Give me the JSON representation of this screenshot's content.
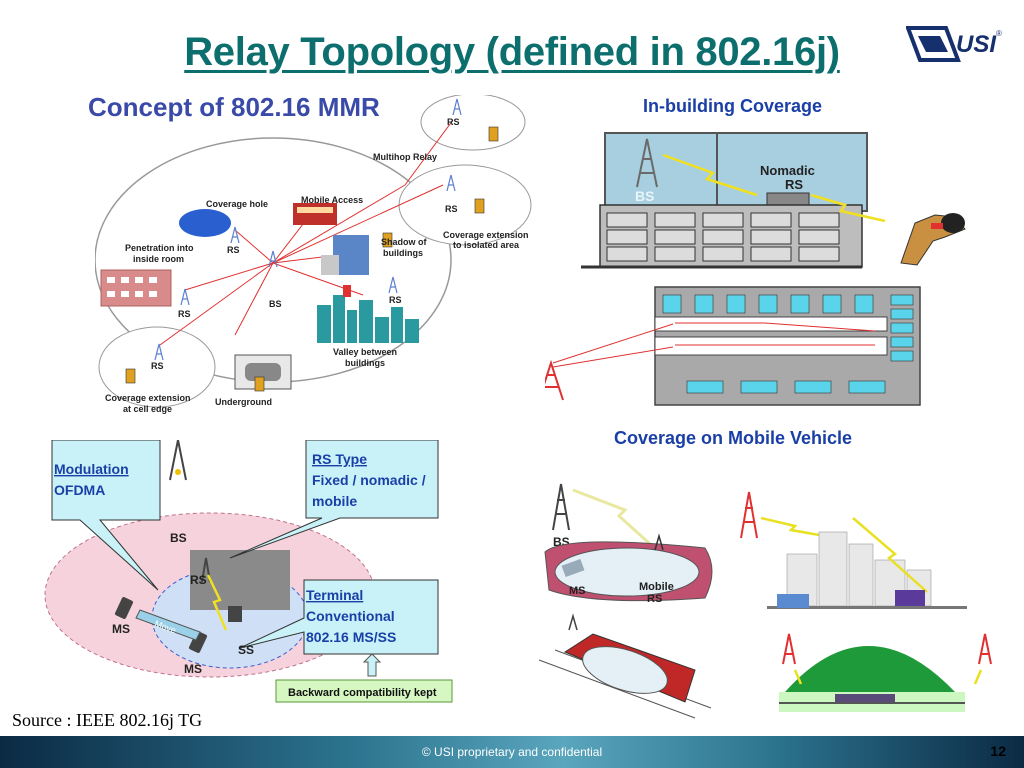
{
  "slide": {
    "title": "Relay Topology (defined in 802.16j)",
    "logo_text": "USI",
    "logo_mark": "®",
    "source": "Source : IEEE 802.16j TG",
    "footer": "© USI proprietary and confidential",
    "page_number": "12"
  },
  "concept": {
    "title": "Concept of 802.16 MMR",
    "labels": {
      "rs_top": "RS",
      "multihop": "Multihop Relay",
      "rs_ext": "RS",
      "coverage_ext_isolated_1": "Coverage extension",
      "coverage_ext_isolated_2": "to isolated area",
      "coverage_hole": "Coverage hole",
      "mobile_access": "Mobile Access",
      "shadow_1": "Shadow of",
      "shadow_2": "buildings",
      "penetration_1": "Penetration into",
      "penetration_2": "inside room",
      "rs_hole": "RS",
      "bs": "BS",
      "rs_left": "RS",
      "rs_valley": "RS",
      "valley_1": "Valley between",
      "valley_2": "buildings",
      "rs_edge": "RS",
      "edge_1": "Coverage extension",
      "edge_2": "at cell edge",
      "underground": "Underground"
    }
  },
  "inbuilding": {
    "title": "In-building Coverage",
    "bs": "BS",
    "nomadic_1": "Nomadic",
    "nomadic_2": "RS"
  },
  "mobile_vehicle": {
    "title": "Coverage on Mobile Vehicle",
    "bs": "BS",
    "ms": "MS",
    "mobile_rs_1": "Mobile",
    "mobile_rs_2": "RS"
  },
  "topology": {
    "modulation_title": "Modulation",
    "modulation_value": "OFDMA",
    "rs_type_title": "RS Type",
    "rs_type_1": "Fixed / nomadic /",
    "rs_type_2": "mobile",
    "terminal_title": "Terminal",
    "terminal_1": "Conventional",
    "terminal_2": "802.16 MS/SS",
    "backward": "Backward compatibility kept",
    "bs": "BS",
    "rs": "RS",
    "ms_left": "MS",
    "ms_bottom": "MS",
    "ss": "SS",
    "move": "Move"
  },
  "colors": {
    "title": "#0d6e6e",
    "accent_blue": "#1a3fa6",
    "callout_fill": "#c8f2f8",
    "footer_dark": "#0b2a44"
  }
}
